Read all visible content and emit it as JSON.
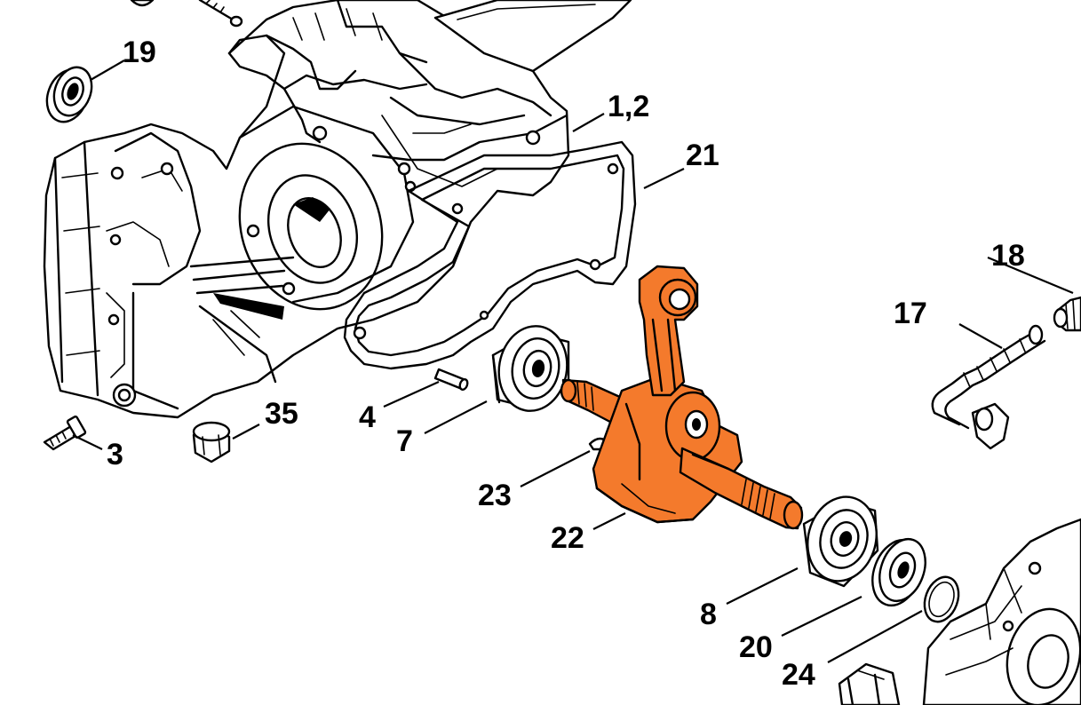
{
  "accent_color": "#F47A2C",
  "callouts": {
    "c1_2": "1,2",
    "c3": "3",
    "c4": "4",
    "c7": "7",
    "c8": "8",
    "c17": "17",
    "c18": "18",
    "c19": "19",
    "c20": "20",
    "c21": "21",
    "c22": "22",
    "c23": "23",
    "c24": "24",
    "c35": "35"
  },
  "parts": {
    "crankcase": "crankcase-housing",
    "gasket": "gasket",
    "crankshaft": "crankshaft",
    "bearing_left": "ball-bearing",
    "bearing_right": "ball-bearing",
    "oil_seal_left": "oil-seal",
    "oil_seal_right": "oil-seal",
    "circlip": "circlip",
    "key": "woodruff-key",
    "dowel": "dowel-pin",
    "screw": "screw",
    "plug": "plug",
    "pickup": "pickup-body",
    "hose": "fuel-hose"
  }
}
